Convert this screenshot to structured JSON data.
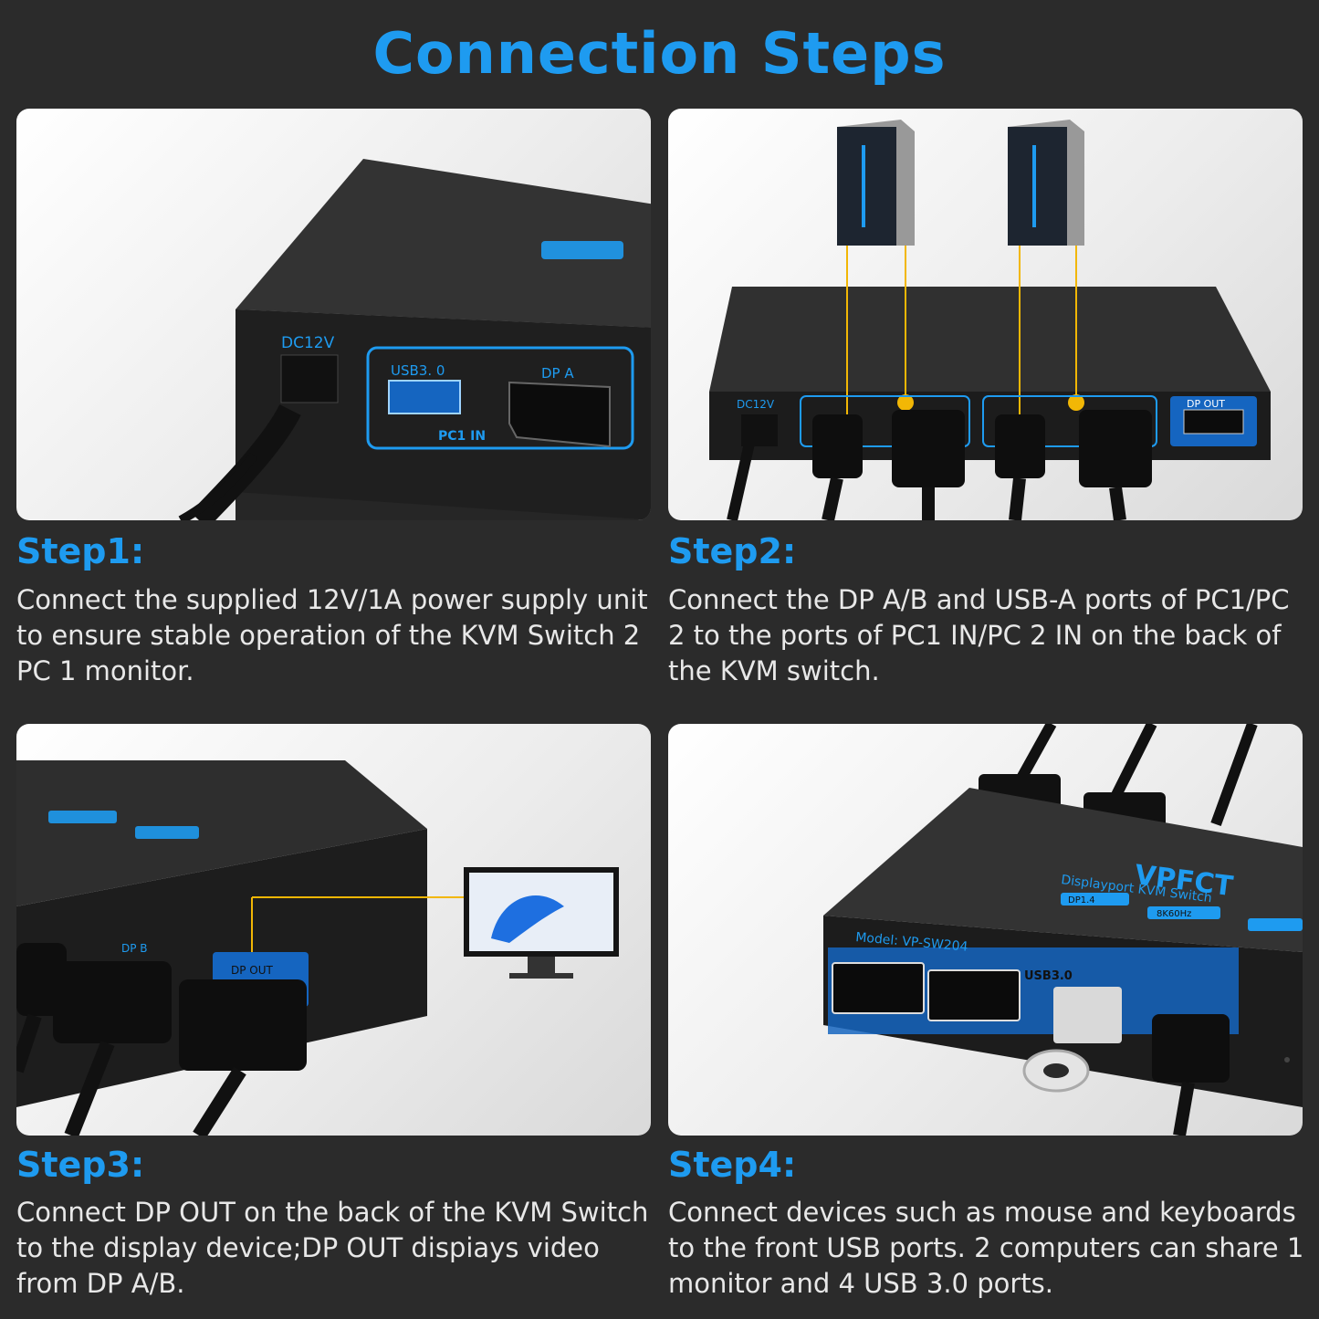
{
  "title": "Connection Steps",
  "colors": {
    "accent": "#1e9bf0",
    "background": "#2b2b2b",
    "highlight": "#f2b705"
  },
  "steps": [
    {
      "label": "Step1:",
      "text": "Connect the supplied 12V/1A power supply unit to ensure stable operation of the KVM Switch 2 PC 1 monitor.",
      "device_labels": {
        "power": "DC12V",
        "usb": "USB3. 0",
        "dp": "DP A",
        "group": "PC1 IN"
      }
    },
    {
      "label": "Step2:",
      "text": "Connect the DP A/B and USB-A ports of PC1/PC 2 to the ports of PC1 IN/PC 2 IN on the back of the KVM switch.",
      "device_labels": {
        "power": "DC12V",
        "out": "DP OUT"
      }
    },
    {
      "label": "Step3:",
      "text": "Connect DP OUT on the back of the KVM Switch to the display device;DP OUT dispiays video from DP A/B.",
      "device_labels": {
        "dp": "DP B",
        "out": "DP OUT"
      }
    },
    {
      "label": "Step4:",
      "text": "Connect devices such as mouse and keyboards to the front USB ports. 2 computers can share 1 monitor and 4 USB 3.0 ports.",
      "device_labels": {
        "brand": "VPFCT",
        "model": "Model: VP-SW204",
        "usb": "USB3.0",
        "badge1": "DP1.4",
        "badge2": "8K60Hz",
        "subtitle": "Displayport KVM Switch"
      }
    }
  ]
}
